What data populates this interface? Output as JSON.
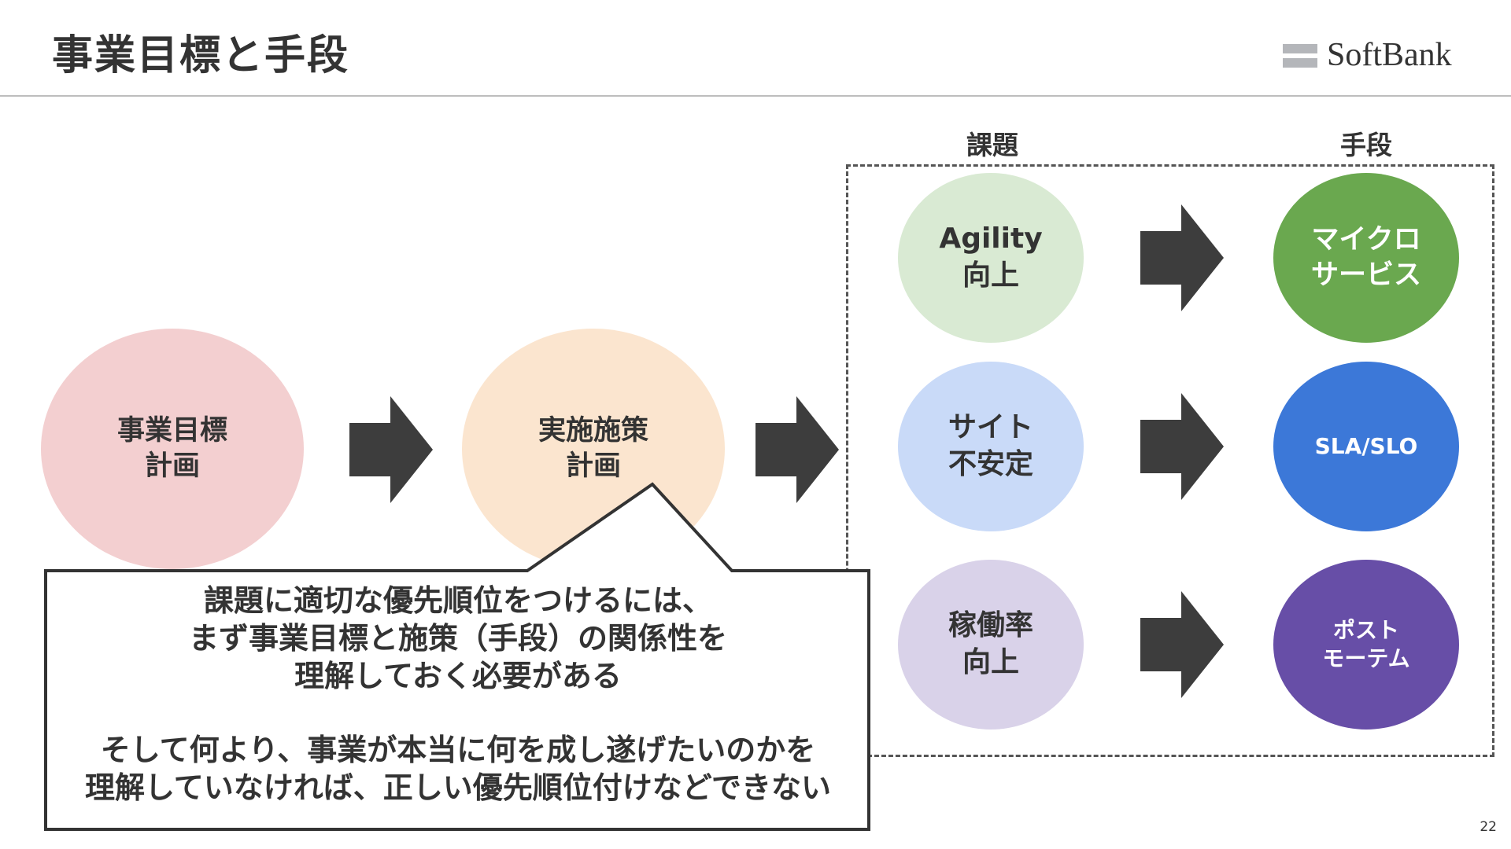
{
  "slide": {
    "title": "事業目標と手段",
    "logo_text": "SoftBank",
    "page_number": "22"
  },
  "columns": {
    "issues_header": "課題",
    "means_header": "手段"
  },
  "flow": {
    "goal": "事業目標\n計画",
    "plan": "実施施策\n計画"
  },
  "issues": [
    {
      "label": "Agility\n向上",
      "color": "#d9ead3"
    },
    {
      "label": "サイト\n不安定",
      "color": "#c9daf8"
    },
    {
      "label": "稼働率\n向上",
      "color": "#d9d2e9"
    }
  ],
  "means": [
    {
      "label": "マイクロ\nサービス",
      "color": "#6aa84f"
    },
    {
      "label": "SLA/SLO",
      "color": "#3c78d8"
    },
    {
      "label": "ポスト\nモーテム",
      "color": "#674ea7"
    }
  ],
  "callout": {
    "line1": "課題に適切な優先順位をつけるには、",
    "line2": "まず事業目標と施策（手段）の関係性を",
    "line3": "理解しておく必要がある",
    "line4": "そして何より、事業が本当に何を成し遂げたいのかを",
    "line5": "理解していなければ、正しい優先順位付けなどできない"
  }
}
